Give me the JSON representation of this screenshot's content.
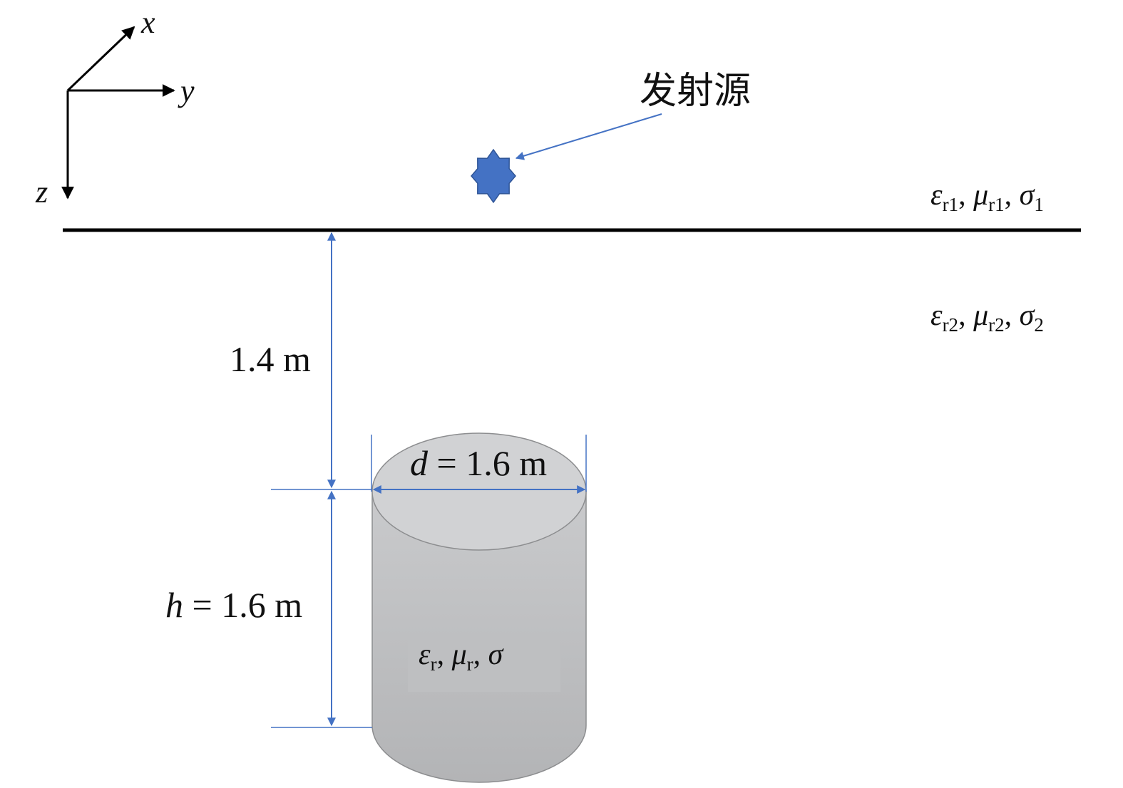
{
  "axes": {
    "x_label": "x",
    "y_label": "y",
    "z_label": "z"
  },
  "source": {
    "label": "发射源",
    "color": "#4472c4"
  },
  "layers": {
    "upper": {
      "epsilon": "ε",
      "epsilon_sub": "r1",
      "mu": "μ",
      "mu_sub": "r1",
      "sigma": "σ",
      "sigma_sub": "1",
      "separator": ", "
    },
    "lower": {
      "epsilon": "ε",
      "epsilon_sub": "r2",
      "mu": "μ",
      "mu_sub": "r2",
      "sigma": "σ",
      "sigma_sub": "2",
      "separator": ", "
    }
  },
  "dimensions": {
    "depth_label": "1.4 m",
    "height_var": "h",
    "height_value": " = 1.6 m",
    "diameter_var": "d",
    "diameter_value": " = 1.6 m",
    "line_color": "#4472c4"
  },
  "cylinder": {
    "epsilon": "ε",
    "epsilon_sub": "r",
    "mu": "μ",
    "mu_sub": "r",
    "sigma": "σ",
    "separator": ", ",
    "fill_top": "#c9cacc",
    "fill_bottom": "#b3b4b6"
  }
}
